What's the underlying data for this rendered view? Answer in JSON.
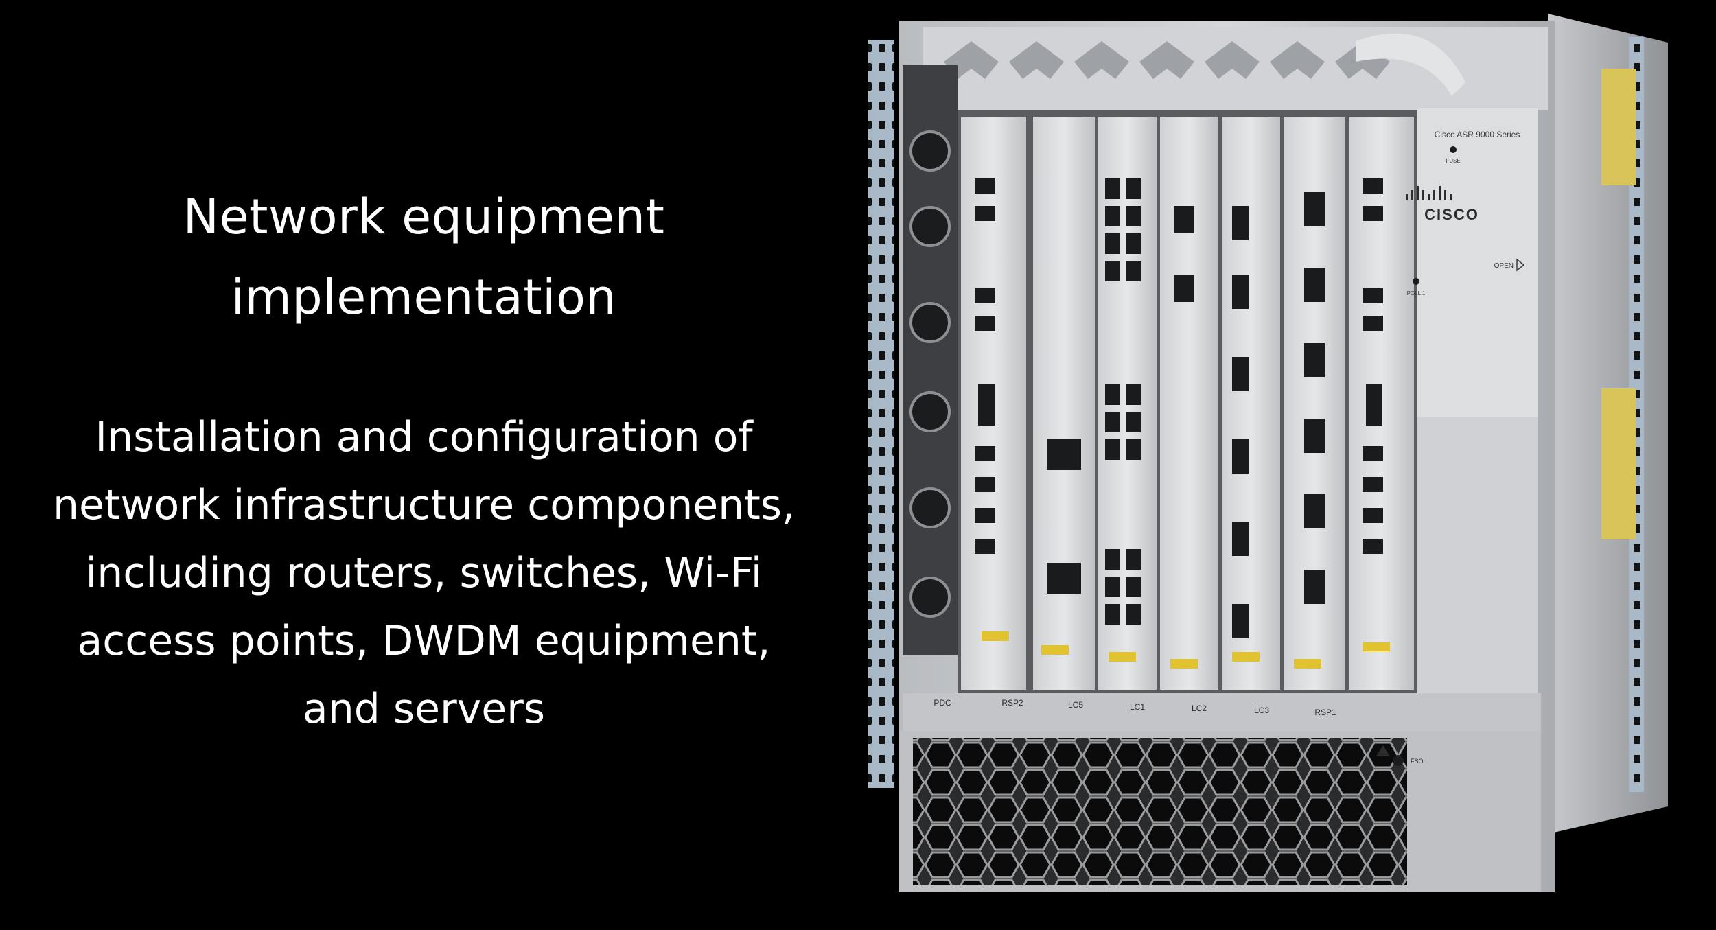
{
  "headline": {
    "line1": "Network equipment",
    "line2": "implementation"
  },
  "description": {
    "lines": [
      "Installation and configuration of",
      "network infrastructure components,",
      "including routers, switches, Wi-Fi",
      "access points, DWDM equipment,",
      "and servers"
    ]
  },
  "device": {
    "model_label": "Cisco ASR 9000 Series",
    "brand_label": "CISCO",
    "fuse_label": "FUSE",
    "open_label": "OPEN",
    "poll_label": "POLL 1",
    "fso_label": "FSO",
    "slot_labels": [
      "PDC",
      "RSP2",
      "LC5",
      "LC1",
      "LC2",
      "LC3",
      "RSP1"
    ]
  }
}
